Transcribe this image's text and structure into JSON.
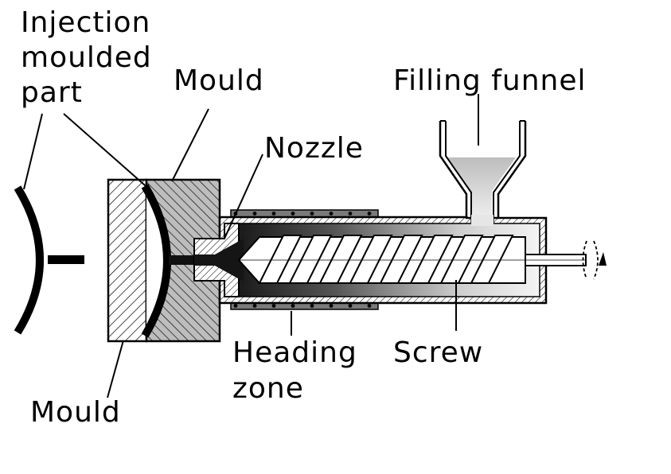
{
  "labels": {
    "injection_part": [
      "Injection",
      "moulded",
      "part"
    ],
    "mould_top": "Mould",
    "mould_bottom": "Mould",
    "nozzle": "Nozzle",
    "funnel": "Filling funnel",
    "heating": [
      "Heading",
      "zone"
    ],
    "screw": "Screw"
  },
  "colors": {
    "ink": "#000000",
    "metal_light": "#f2f2f2",
    "metal_dark": "#1a1a1a",
    "heater": "#7a7a7a",
    "funnel_fill": "#d9d9d9"
  }
}
